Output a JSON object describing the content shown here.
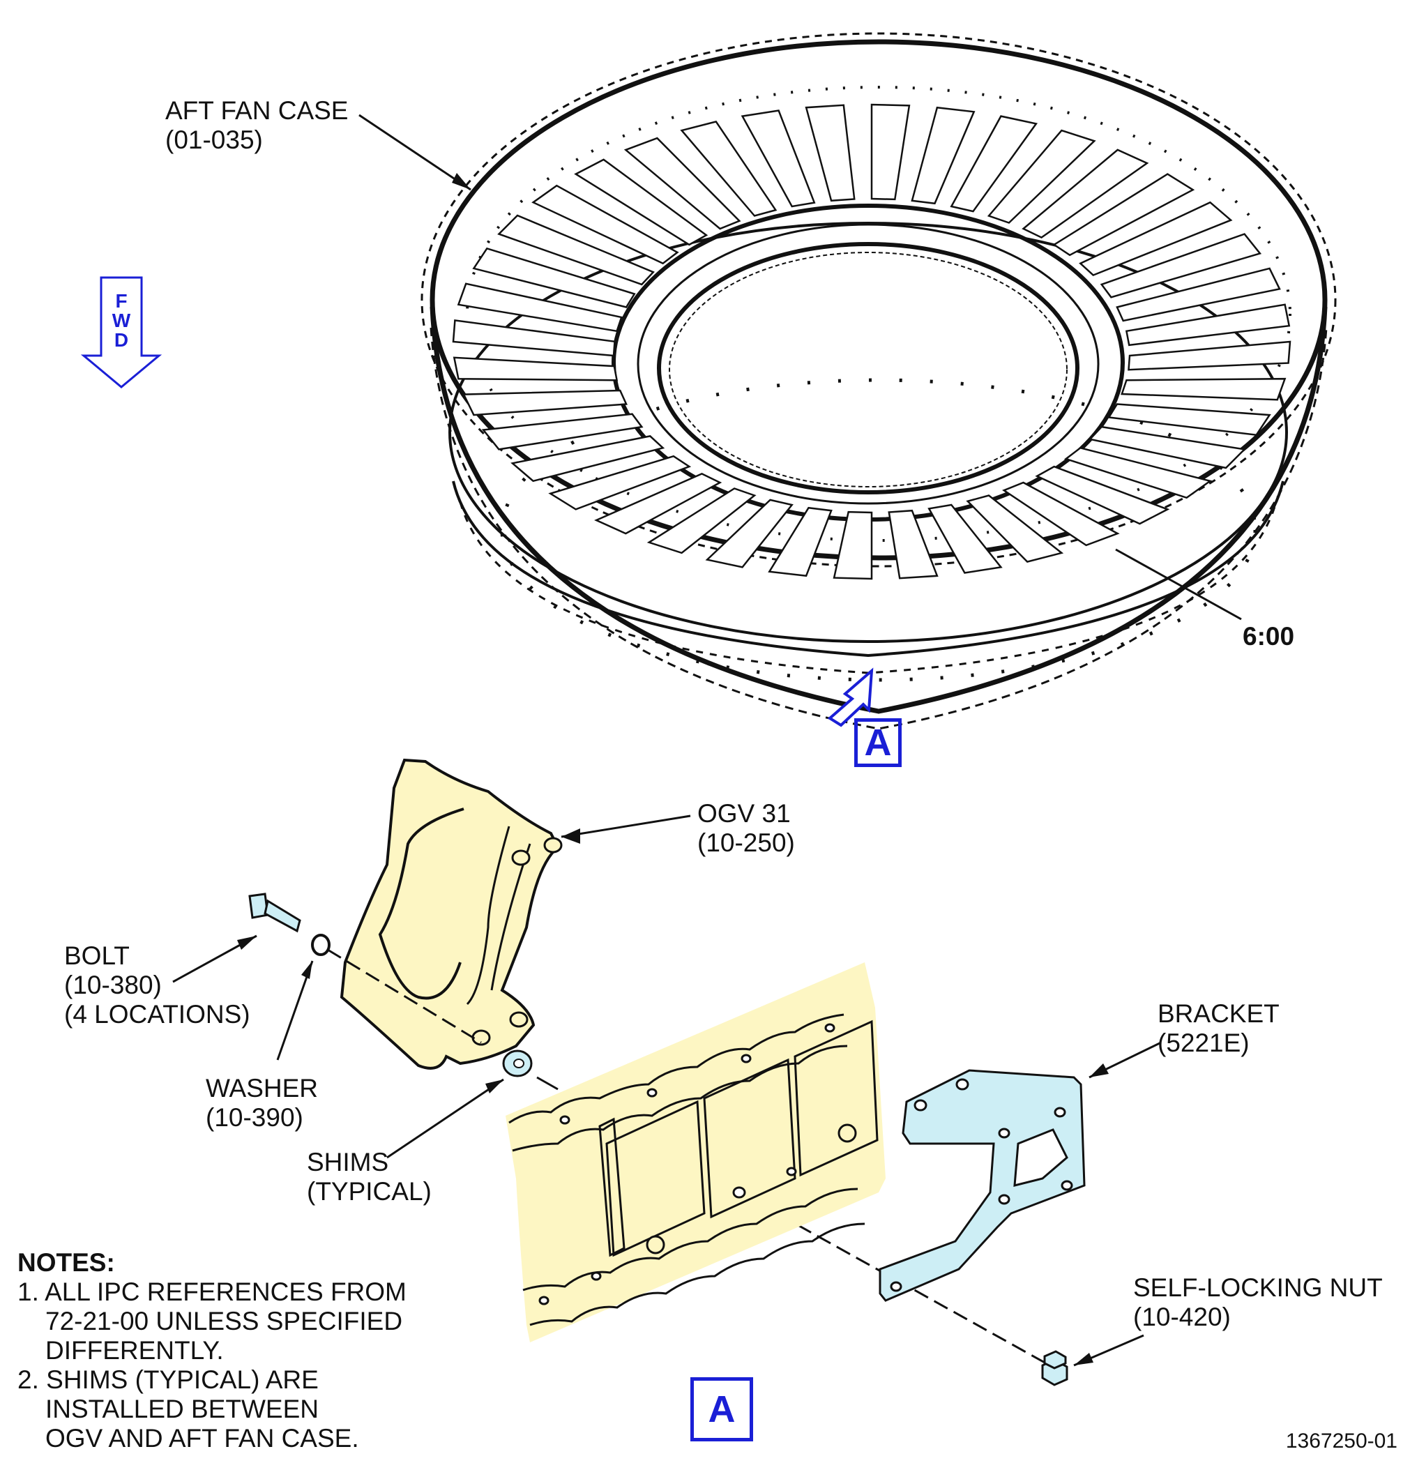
{
  "labels": {
    "aft_fan_case": [
      "AFT FAN CASE",
      "(01-035)"
    ],
    "clock_position": "6:00",
    "ogv": [
      "OGV 31",
      "(10-250)"
    ],
    "bolt": [
      "BOLT",
      "(10-380)",
      "(4 LOCATIONS)"
    ],
    "washer": [
      "WASHER",
      "(10-390)"
    ],
    "shims": [
      "SHIMS",
      "(TYPICAL)"
    ],
    "bracket": [
      "BRACKET",
      "(5221E)"
    ],
    "nut": [
      "SELF-LOCKING NUT",
      "(10-420)"
    ]
  },
  "fwd_arrow": {
    "letters": [
      "F",
      "W",
      "D"
    ]
  },
  "view_callout": "A",
  "view_label": "A",
  "notes": {
    "heading": "NOTES:",
    "items": [
      [
        "1. ALL IPC REFERENCES FROM",
        "72-21-00 UNLESS SPECIFIED",
        "DIFFERENTLY."
      ],
      [
        "2. SHIMS (TYPICAL) ARE",
        "INSTALLED BETWEEN",
        "OGV AND AFT FAN CASE."
      ]
    ]
  },
  "figure_id": "1367250-01",
  "colors": {
    "callout_blue": "#1a1fd6",
    "part_yellow": "#fdf6c3",
    "part_cyan": "#cdeef5",
    "line": "#111111"
  }
}
